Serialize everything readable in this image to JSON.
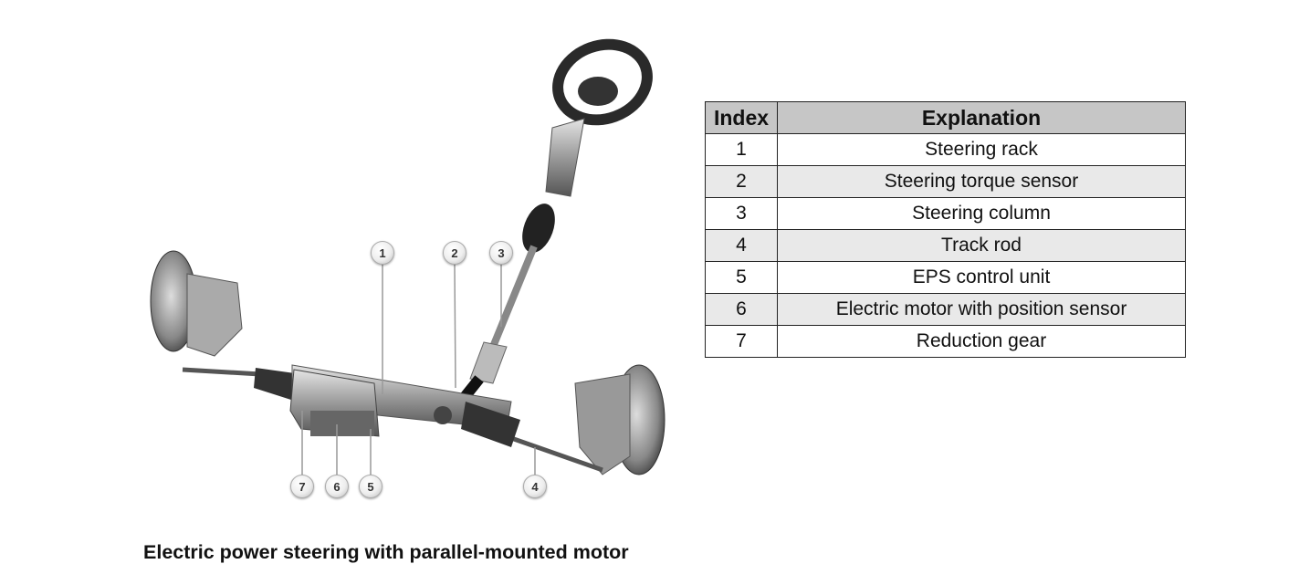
{
  "callouts": [
    "1",
    "2",
    "3",
    "4",
    "5",
    "6",
    "7"
  ],
  "table": {
    "headers": {
      "index": "Index",
      "explanation": "Explanation"
    },
    "rows": [
      {
        "index": "1",
        "explanation": "Steering rack"
      },
      {
        "index": "2",
        "explanation": "Steering torque sensor"
      },
      {
        "index": "3",
        "explanation": "Steering column"
      },
      {
        "index": "4",
        "explanation": "Track rod"
      },
      {
        "index": "5",
        "explanation": "EPS control unit"
      },
      {
        "index": "6",
        "explanation": "Electric motor with position sensor"
      },
      {
        "index": "7",
        "explanation": "Reduction gear"
      }
    ]
  },
  "caption": "Electric power steering with parallel-mounted motor"
}
